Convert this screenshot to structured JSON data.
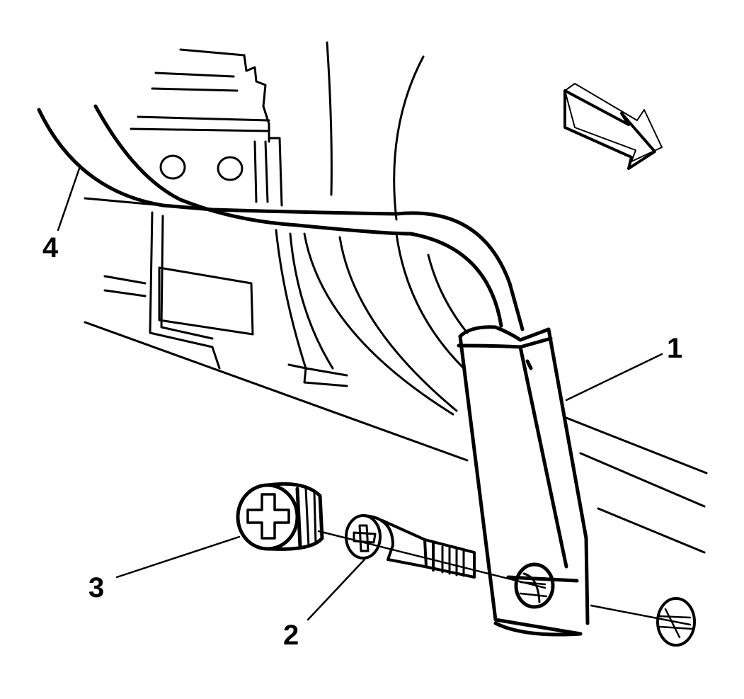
{
  "callouts": {
    "c1": "1",
    "c2": "2",
    "c3": "3",
    "c4": "4"
  },
  "parts": {
    "p1": "bracket",
    "p2": "retainer-bolt",
    "p3": "cap",
    "p4": "cable"
  },
  "direction_arrow": "front-arrow",
  "colors": {
    "ink": "#000000",
    "paper": "#ffffff"
  }
}
